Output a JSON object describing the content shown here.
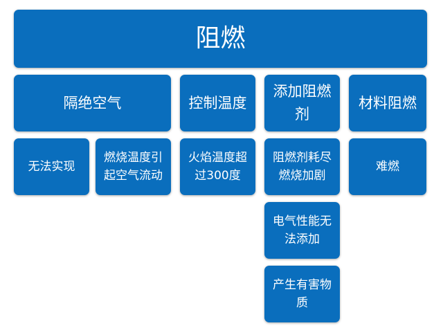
{
  "root": {
    "label": "阻燃"
  },
  "categories": [
    {
      "label": "隔绝空气",
      "children": [
        "无法实现",
        "燃烧温度引起空气流动"
      ]
    },
    {
      "label": "控制温度",
      "children": [
        "火焰温度超过300度"
      ]
    },
    {
      "label": "添加阻燃剂",
      "children": [
        "阻燃剂耗尽燃烧加剧",
        "电气性能无法添加",
        "产生有害物质"
      ]
    },
    {
      "label": "材料阻燃",
      "children": [
        "难燃"
      ]
    }
  ],
  "colors": {
    "box": "#0a6ebd",
    "text": "#ffffff",
    "background": "#ffffff"
  }
}
